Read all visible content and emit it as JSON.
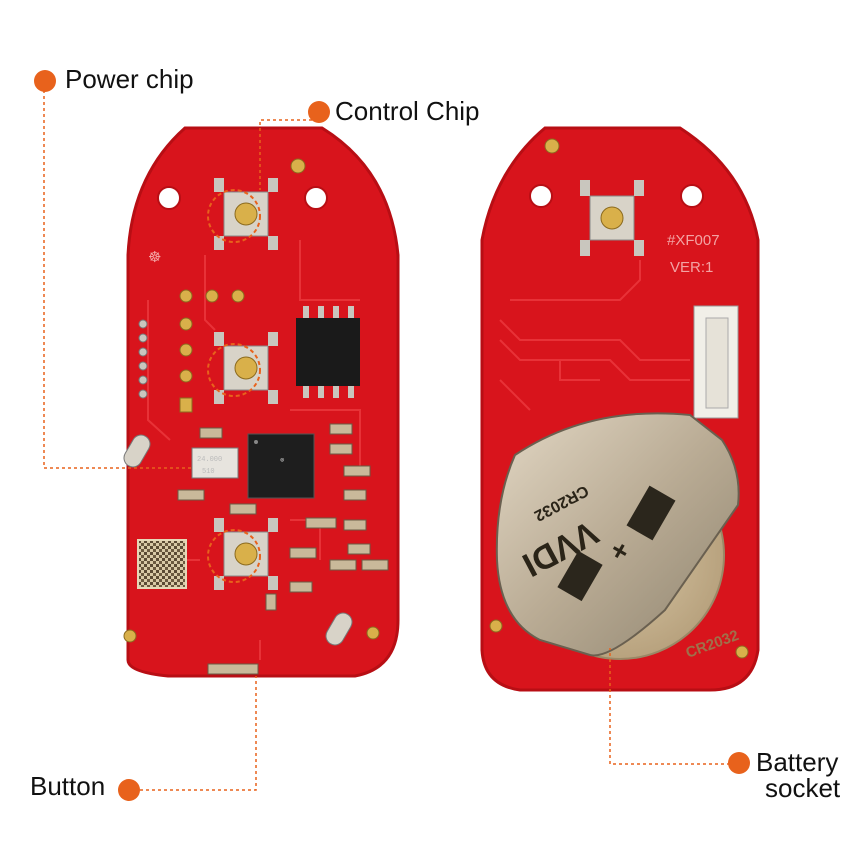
{
  "callouts": {
    "power_chip": "Power chip",
    "control_chip": "Control Chip",
    "button": "Button",
    "battery_socket_line1": "Battery",
    "battery_socket_line2": "socket"
  },
  "board_markings": {
    "model": "#XF007",
    "version": "VER:1",
    "battery_type": "CR2032",
    "clip_brand": "VVDI",
    "clip_type": "CR2032",
    "crystal_top": "24.000",
    "crystal_bottom": "510"
  },
  "colors": {
    "pcb_red": "#d8141c",
    "pcb_edge": "#b80e14",
    "callout_orange": "#e8621c",
    "gold_pad": "#d9b04a"
  }
}
